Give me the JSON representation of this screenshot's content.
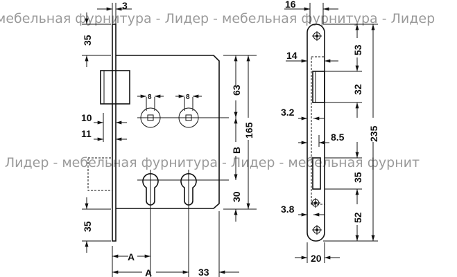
{
  "watermark": {
    "line1": "мебельная фурнитура - Лидер - мебельная фурнитура - Лидер",
    "line2": "- Лидер - мебельная фурнитура - Лидер - мебельная фурнит"
  },
  "front_view": {
    "dims": {
      "plate_thickness": "3",
      "top_offset": "35",
      "spindle_left": "8",
      "spindle_right": "8",
      "latch_depth": "10",
      "bolt_depth": "11",
      "bottom_offset": "35",
      "backset_a1": "A",
      "backset_a2": "A",
      "body_edge": "33",
      "height_63": "63",
      "spacing_b": "B",
      "bottom_30": "30",
      "body_height": "165"
    }
  },
  "side_view": {
    "dims": {
      "plate_width_16": "16",
      "body_width_14": "14",
      "offset_32": "3.2",
      "offset_85": "8.5",
      "offset_38": "3.8",
      "faceplate_20": "20",
      "top_53": "53",
      "latch_32": "32",
      "bolt_35": "35",
      "bottom_52": "52",
      "total_235": "235"
    }
  },
  "colors": {
    "line": "#111111",
    "watermark": "#9a9a9a"
  }
}
